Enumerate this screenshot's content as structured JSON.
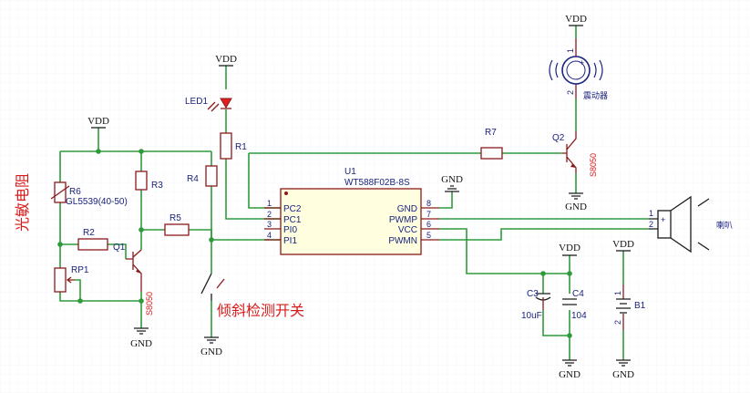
{
  "power": {
    "vdd": "VDD",
    "gnd": "GND"
  },
  "notes": {
    "ldr": "光敏电阻",
    "tilt": "倾斜检测开关"
  },
  "refs": {
    "led1": "LED1",
    "r1": "R1",
    "r2": "R2",
    "r3": "R3",
    "r4": "R4",
    "r5": "R5",
    "r6": "R6",
    "r6_value": "GL5539(40-50)",
    "r7": "R7",
    "rp1": "RP1",
    "q1": "Q1",
    "q1_part": "S8050",
    "q2": "Q2",
    "q2_part": "S8050",
    "u1": "U1",
    "u1_part": "WT588F02B-8S",
    "c3": "C3",
    "c3_value": "10uF",
    "c4": "C4",
    "c4_value": "104",
    "b1": "B1",
    "buzzer": "震动器",
    "speaker": "喇叭"
  },
  "u1_pins_left": [
    {
      "num": "1",
      "name": "PC2"
    },
    {
      "num": "2",
      "name": "PC1"
    },
    {
      "num": "3",
      "name": "PI0"
    },
    {
      "num": "4",
      "name": "PI1"
    }
  ],
  "u1_pins_right": [
    {
      "num": "8",
      "name": "GND"
    },
    {
      "num": "7",
      "name": "PWMP"
    },
    {
      "num": "6",
      "name": "VCC"
    },
    {
      "num": "5",
      "name": "PWMN"
    }
  ],
  "pin_numbers": {
    "one": "1",
    "two": "2",
    "plus": "+"
  },
  "colors": {
    "wire": "#2f9a3a",
    "part": "#8b1a1a",
    "label": "#1a237e",
    "note": "#d81b1b",
    "led": "#e02020",
    "body": "#ffffe0"
  }
}
